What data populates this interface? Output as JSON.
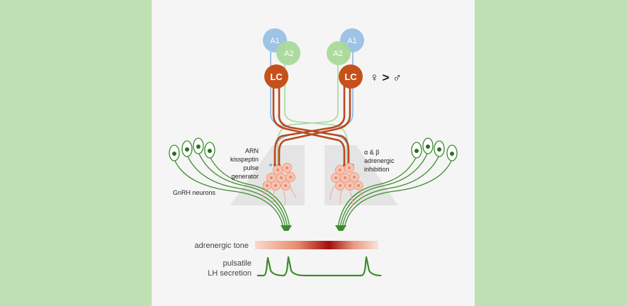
{
  "diagram": {
    "nodes": {
      "a1_left": "A1",
      "a2_left": "A2",
      "lc_left": "LC",
      "a1_right": "A1",
      "a2_right": "A2",
      "lc_right": "LC"
    },
    "sex_symbol": "♀ > ♂",
    "labels": {
      "arn_line1": "ARN",
      "arn_line2": "kisspeptin",
      "arn_line3": "pulse",
      "arn_line4": "generator",
      "inhib_line1": "α & β",
      "inhib_line2": "adrenergic",
      "inhib_line3": "inhibition",
      "gnrh": "GnRH neurons",
      "adrenergic_tone": "adrenergic tone",
      "pulsatile_line1": "pulsatile",
      "pulsatile_line2": "LH secretion"
    },
    "colors": {
      "a1": "#9ec3e6",
      "a2": "#a9d99a",
      "lc": "#c6501b",
      "tract_red": "#b94a1f",
      "tract_blue": "#8cb4de",
      "tract_green": "#a5d89a",
      "gnrh": "#3d8b2e",
      "kiss": "#f4bba7",
      "tone_dark": "#a30d0d",
      "lh_trace": "#3d8b2e"
    }
  }
}
